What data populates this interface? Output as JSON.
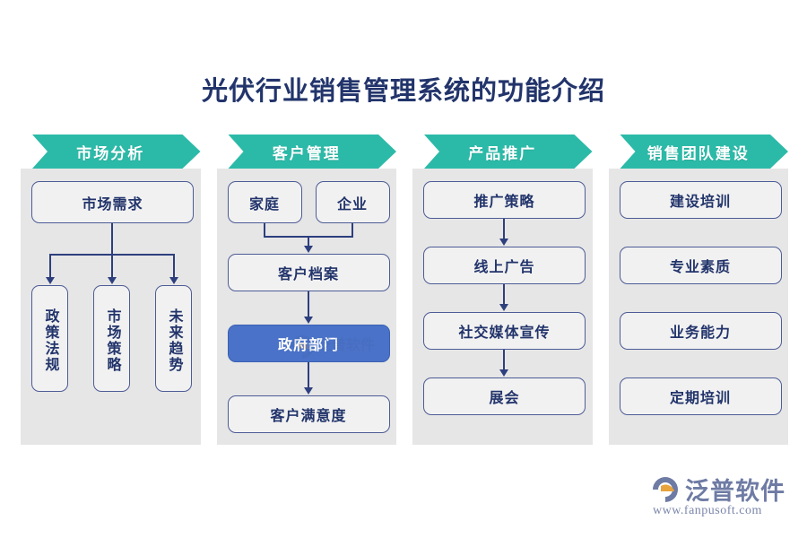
{
  "page": {
    "title": "光伏行业销售管理系统的功能介绍",
    "background": "#ffffff",
    "title_color": "#22346b"
  },
  "theme": {
    "banner_color": "#2cbaa8",
    "panel_color": "#e6e6e6",
    "node_fill": "#f1f1f1",
    "node_border": "#4d5c96",
    "node_text": "#22346b",
    "accent_fill": "#4a72c8",
    "accent_text": "#ffffff",
    "connector_color": "#2e3f7e"
  },
  "columns": [
    {
      "banner": "市场分析",
      "nodes": {
        "root": "市场需求",
        "branch_1": "政策法规",
        "branch_2": "市场策略",
        "branch_3": "未来趋势"
      }
    },
    {
      "banner": "客户管理",
      "nodes": {
        "source_1": "家庭",
        "source_2": "企业",
        "step_1": "客户档案",
        "step_2": "政府部门",
        "step_3": "客户满意度"
      }
    },
    {
      "banner": "产品推广",
      "nodes": {
        "step_1": "推广策略",
        "step_2": "线上广告",
        "step_3": "社交媒体宣传",
        "step_4": "展会"
      }
    },
    {
      "banner": "销售团队建设",
      "nodes": {
        "item_1": "建设培训",
        "item_2": "专业素质",
        "item_3": "业务能力",
        "item_4": "定期培训"
      }
    }
  ],
  "brand": {
    "name": "泛普软件",
    "url": "www.fanpusoft.com",
    "name_color": "#6e7ba4",
    "mark_color": "#6e7ba4",
    "mark_accent_color": "#e8a33d"
  }
}
